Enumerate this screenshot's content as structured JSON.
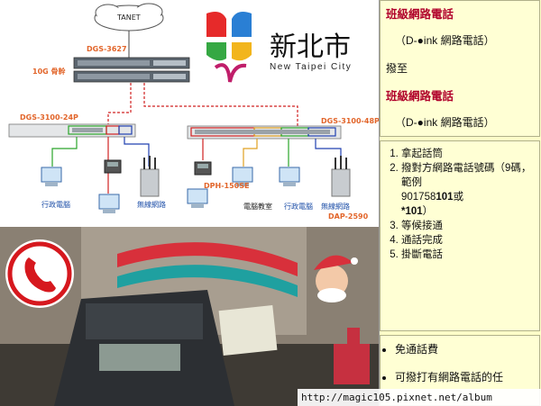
{
  "diagram": {
    "cloud_label": "TANET",
    "core_switch_label": "DGS-3627",
    "uplink_label": "10G 骨幹",
    "switch_left_label": "DGS-3100-24P",
    "switch_right_label": "DGS-3100-48P",
    "phone_model_label": "DPH-150SE",
    "ap_model_label": "DAP-2590",
    "devices": {
      "admin_pc_left": "行政電腦",
      "wireless_left": "無線網路",
      "classroom_pc": "電腦教室",
      "admin_pc_right": "行政電腦",
      "wireless_right": "無線網路"
    }
  },
  "logo": {
    "title_cn": "新北市",
    "title_en": "New Taipei City"
  },
  "panel": {
    "box1": {
      "title1": "班級網路電話",
      "sub1": "（D-●ink 網路電話）",
      "dial_to": "撥至",
      "title2": "班級網路電話",
      "sub2": "（D-●ink 網路電話）"
    },
    "steps": [
      "拿起話筒",
      "撥對方網路電話號碼（9碼，範例",
      "等候接通",
      "通話完成",
      "掛斷電話"
    ],
    "step2_example": "901758",
    "step2_bold": "101",
    "step2_or": "或",
    "step2_alt": "*101",
    "step2_close": "）",
    "bullets": [
      "免通話費",
      "可撥打有網路電話的任"
    ]
  },
  "watermark": {
    "url": "http://magic105.pixnet.net/album"
  },
  "colors": {
    "panel_bg": "#ffffc8",
    "title_red": "#b0002a",
    "label_orange": "#e2652a",
    "phone_icon_red": "#d6181e"
  }
}
